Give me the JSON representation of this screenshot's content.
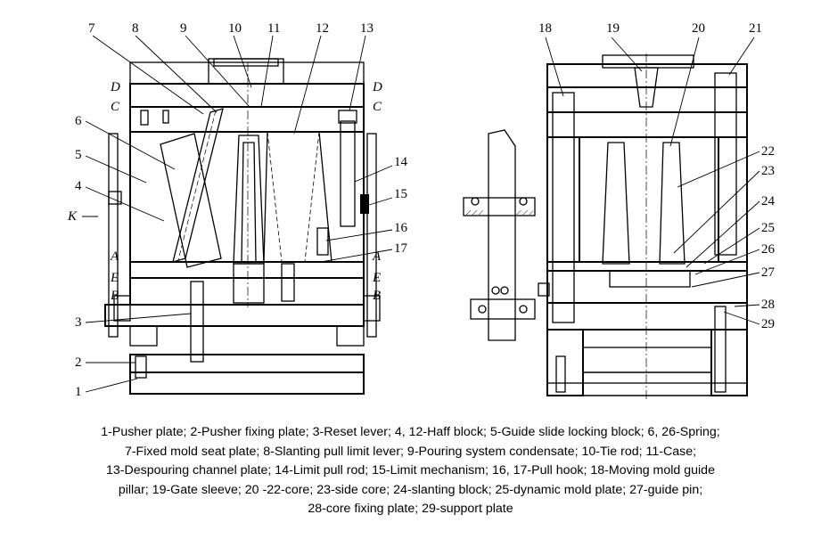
{
  "left_view": {
    "part_numbers": [
      "7",
      "8",
      "9",
      "10",
      "11",
      "12",
      "13",
      "6",
      "5",
      "4",
      "3",
      "2",
      "1",
      "14",
      "15",
      "16",
      "17"
    ],
    "side_letters_left": [
      "D",
      "C",
      "A",
      "E",
      "B"
    ],
    "side_letters_right": [
      "D",
      "C",
      "A",
      "E",
      "B"
    ],
    "direction_label": "K"
  },
  "right_view": {
    "part_numbers": [
      "18",
      "19",
      "20",
      "21",
      "22",
      "23",
      "24",
      "25",
      "26",
      "27",
      "28",
      "29"
    ]
  },
  "caption": {
    "lines": [
      "1-Pusher plate; 2-Pusher fixing plate; 3-Reset lever; 4, 12-Haff block; 5-Guide slide locking block; 6, 26-Spring;",
      "7-Fixed mold seat plate; 8-Slanting pull limit lever; 9-Pouring system condensate; 10-Tie rod; 11-Case;",
      "13-Despouring channel plate; 14-Limit pull rod; 15-Limit mechanism; 16, 17-Pull hook; 18-Moving mold guide",
      "pillar; 19-Gate sleeve; 20 -22-core; 23-side core; 24-slanting block; 25-dynamic mold plate; 27-guide pin;",
      "28-core fixing plate; 29-support plate"
    ]
  }
}
